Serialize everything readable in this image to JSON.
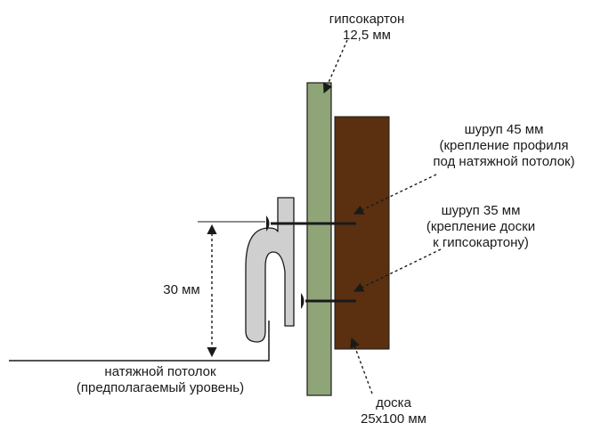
{
  "labels": {
    "drywall_line1": "гипсокартон",
    "drywall_line2": "12,5 мм",
    "screw45_line1": "шуруп 45 мм",
    "screw45_line2": "(крепление профиля",
    "screw45_line3": "под натяжной потолок)",
    "screw35_line1": "шуруп 35 мм",
    "screw35_line2": "(крепление доски",
    "screw35_line3": "к гипсокартону)",
    "dimension": "30 мм",
    "ceiling_line1": "натяжной потолок",
    "ceiling_line2": "(предполагаемый уровень)",
    "board_line1": "доска",
    "board_line2": "25х100 мм"
  },
  "colors": {
    "drywall": "#8fa578",
    "board": "#5a3010",
    "profile": "#cfcfcf",
    "outline": "#1a1a1a"
  }
}
